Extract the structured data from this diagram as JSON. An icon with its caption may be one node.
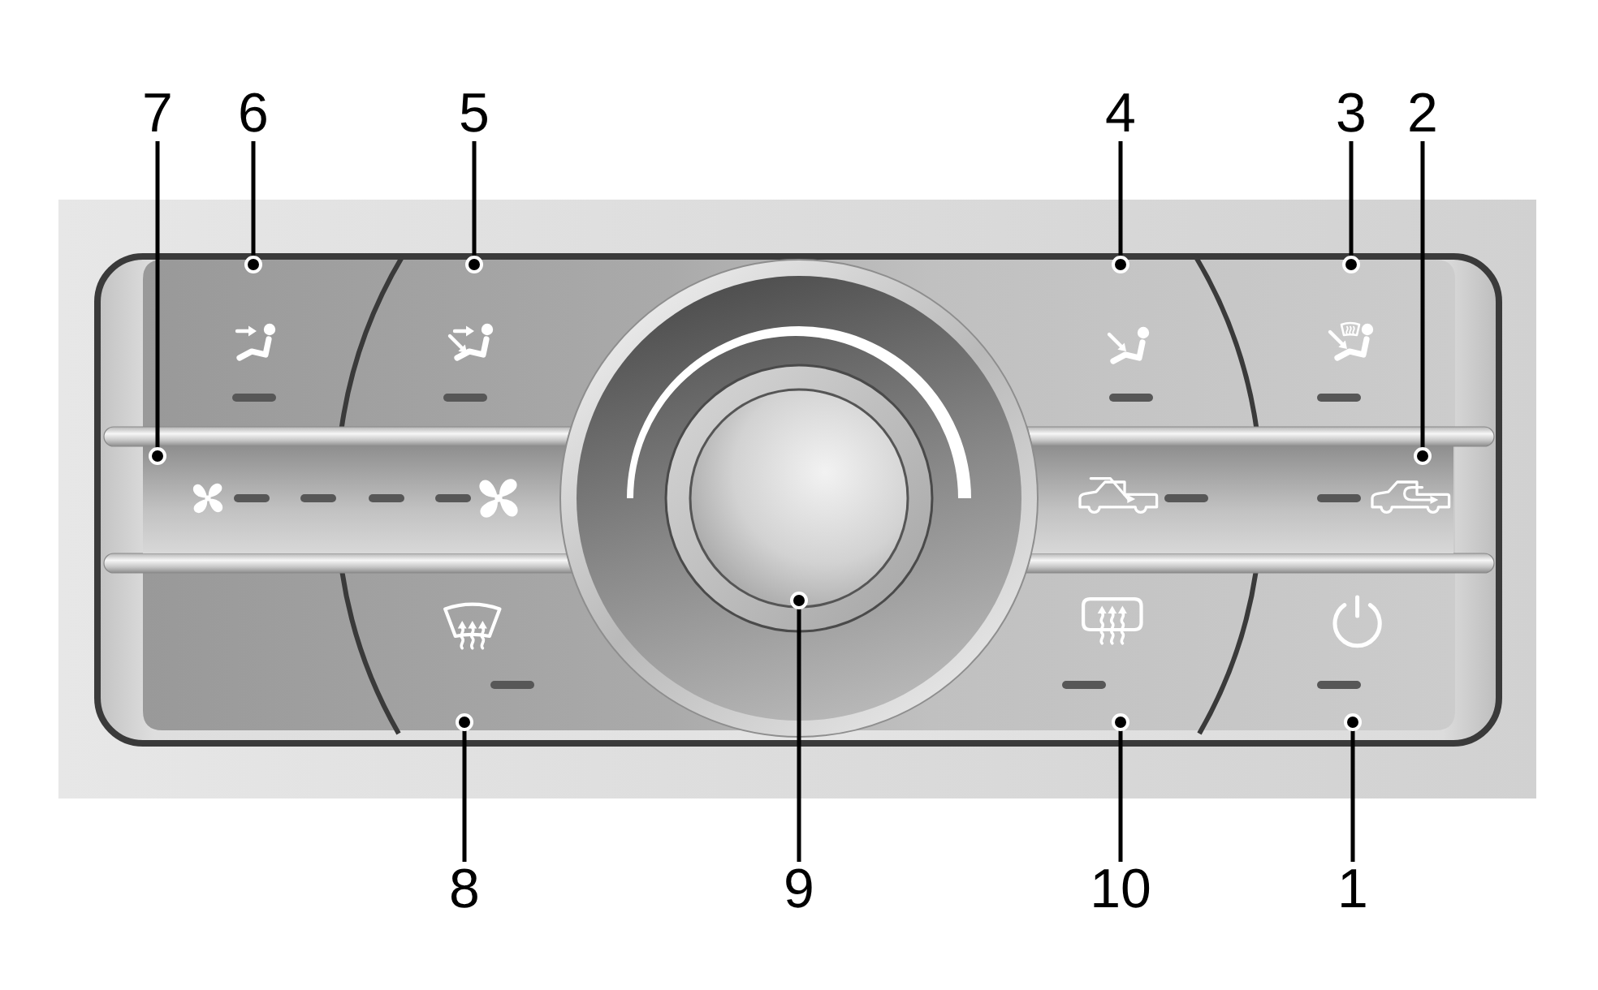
{
  "diagram": {
    "nodes": [
      {
        "text": [
          "7"
        ]
      },
      {
        "text": [
          "6"
        ]
      },
      {
        "text": [
          "5"
        ]
      },
      {
        "text": [
          "4"
        ]
      },
      {
        "text": [
          "3"
        ]
      },
      {
        "text": [
          "2"
        ]
      },
      {
        "text": [
          "8"
        ]
      },
      {
        "text": [
          "9"
        ]
      },
      {
        "text": [
          "10"
        ]
      },
      {
        "text": [
          "1"
        ]
      },
      {
        "text": [],
        "shape": "bar"
      },
      {
        "text": [],
        "shape": "box"
      },
      {
        "text": [],
        "shape": "box"
      },
      {
        "text": [],
        "shape": "box"
      },
      {
        "text": [],
        "shape": "box"
      },
      {
        "text": [],
        "shape": "bar"
      },
      {
        "text": [],
        "shape": "box"
      },
      {
        "text": [],
        "shape": "circle"
      },
      {
        "text": [],
        "shape": "box"
      },
      {
        "text": [],
        "shape": "box"
      }
    ],
    "edges": [
      {
        "from": 0,
        "to": 10,
        "arrow": "other"
      },
      {
        "from": 1,
        "to": 11,
        "arrow": "other"
      },
      {
        "from": 2,
        "to": 12,
        "arrow": "other"
      },
      {
        "from": 3,
        "to": 13,
        "arrow": "other"
      },
      {
        "from": 4,
        "to": 14,
        "arrow": "other"
      },
      {
        "from": 5,
        "to": 15,
        "arrow": "other"
      },
      {
        "from": 6,
        "to": 16,
        "arrow": "other"
      },
      {
        "from": 7,
        "to": 17,
        "arrow": "other"
      },
      {
        "from": 8,
        "to": 18,
        "arrow": "other"
      },
      {
        "from": 9,
        "to": 19,
        "arrow": "other"
      }
    ]
  }
}
